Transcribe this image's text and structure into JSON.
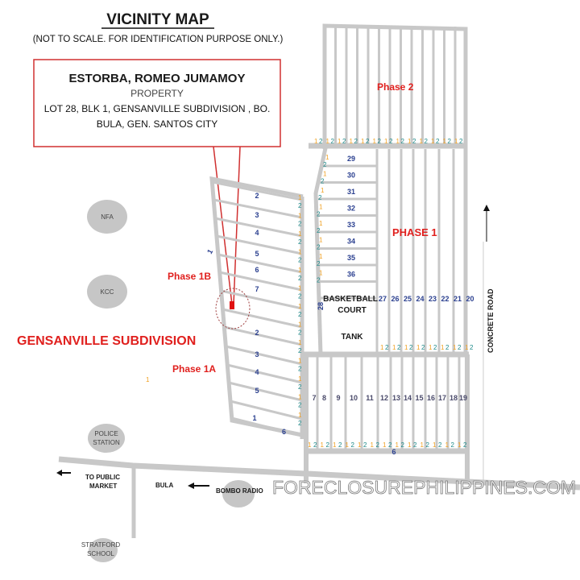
{
  "title": "VICINITY MAP",
  "subtitle": "(NOT TO SCALE. FOR IDENTIFICATION PURPOSE ONLY.)",
  "callout": {
    "owner": "ESTORBA, ROMEO JUMAMOY",
    "type": "PROPERTY",
    "address_line1": "LOT 28, BLK 1, GENSANVILLE SUBDIVISION , BO.",
    "address_line2": "BULA,  GEN. SANTOS CITY"
  },
  "labels": {
    "phase2": "Phase 2",
    "phase1": "PHASE 1",
    "phase1b": "Phase 1B",
    "phase1a": "Phase 1A",
    "subdivision": "GENSANVILLE SUBDIVISION",
    "basketball": "BASKETBALL",
    "court": "COURT",
    "tank": "TANK",
    "concrete_road": "CONCRETE ROAD",
    "to_public": "TO PUBLIC",
    "market": "MARKET",
    "bula": "BULA",
    "watermark": "FORECLOSUREPHILIPPINES.COM",
    "stray_one": "1"
  },
  "landmarks": {
    "nfa": "NFA",
    "kcc": "KCC",
    "police1": "POLICE",
    "police2": "STATION",
    "stratford1": "STRATFORD",
    "stratford2": "SCHOOL",
    "bombo": "BOMBO RADIO"
  },
  "lots": {
    "left_rows": [
      "29",
      "30",
      "31",
      "32",
      "33",
      "34",
      "35",
      "36"
    ],
    "lot28": "28",
    "phase1_cols": [
      "27",
      "26",
      "25",
      "24",
      "23",
      "22",
      "21",
      "20"
    ],
    "bottom_cols": [
      "7",
      "8",
      "9",
      "10",
      "11",
      "12",
      "13",
      "14",
      "15",
      "16",
      "17",
      "18",
      "19"
    ],
    "bottom_road": "6",
    "phase1b_rows": [
      "2",
      "3",
      "4",
      "5",
      "6",
      "7"
    ],
    "phase1b_side": "1",
    "phase1a_rows": [
      "2",
      "3",
      "4",
      "5",
      "1"
    ],
    "phase1a_extra": "6"
  },
  "edge_markers": [
    "1",
    "2"
  ],
  "colors": {
    "road": "#c8c8c8",
    "accent": "#e0201e",
    "lot_number": "#2a3f8f",
    "marker1": "#f0a020",
    "marker2": "#1e8a8a"
  }
}
